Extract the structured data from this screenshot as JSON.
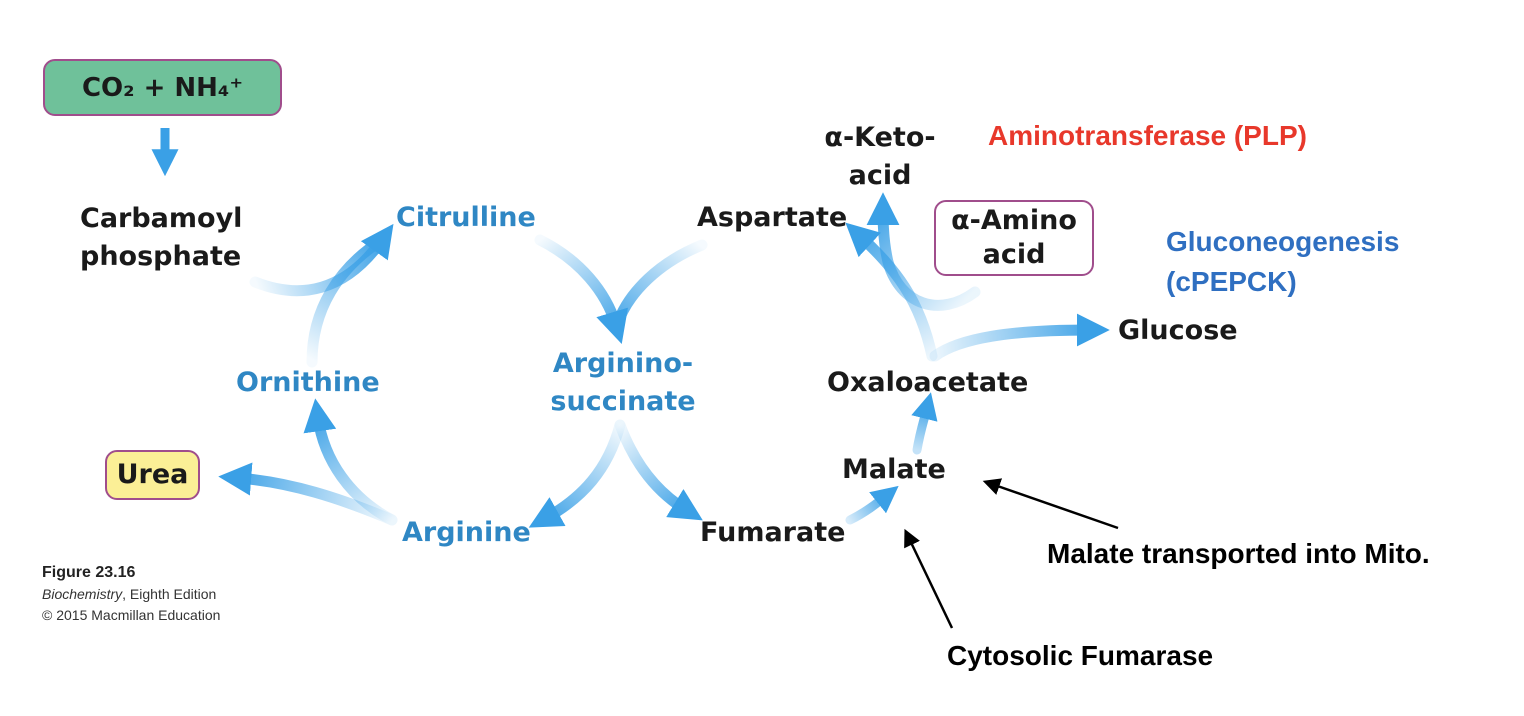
{
  "metabolites": {
    "co2_nh4": "CO₂  +  NH₄⁺",
    "carbamoyl_phosphate_1": "Carbamoyl",
    "carbamoyl_phosphate_2": "phosphate",
    "citrulline": "Citrulline",
    "argininosuccinate_1": "Arginino-",
    "argininosuccinate_2": "succinate",
    "arginine": "Arginine",
    "ornithine": "Ornithine",
    "urea": "Urea",
    "aspartate": "Aspartate",
    "fumarate": "Fumarate",
    "malate": "Malate",
    "oxaloacetate": "Oxaloacetate",
    "keto_acid_1": "α-Keto-",
    "keto_acid_2": "acid",
    "amino_acid_1": "α-Amino",
    "amino_acid_2": "acid",
    "glucose": "Glucose"
  },
  "annotations": {
    "aminotransferase": "Aminotransferase (PLP)",
    "gluconeogenesis_1": "Gluconeogenesis",
    "gluconeogenesis_2": "(cPEPCK)",
    "malate_transport": "Malate transported into Mito.",
    "cytosolic_fumarase": "Cytosolic Fumarase"
  },
  "caption": {
    "figure": "Figure 23.16",
    "book": "Biochemistry",
    "edition": ", Eighth Edition",
    "copyright": "© 2015 Macmillan Education"
  },
  "colors": {
    "arrow_blue": "#3aa0e6",
    "metabolite_blue": "#2f87c4",
    "co2_box_fill": "#6fc19a",
    "co2_box_border": "#a04d8c",
    "urea_box_fill": "#fbef96",
    "urea_box_border": "#a04d8c",
    "amino_box_border": "#a04d8c",
    "annotation_red": "#e8382b",
    "annotation_blue": "#2f6fc1"
  }
}
